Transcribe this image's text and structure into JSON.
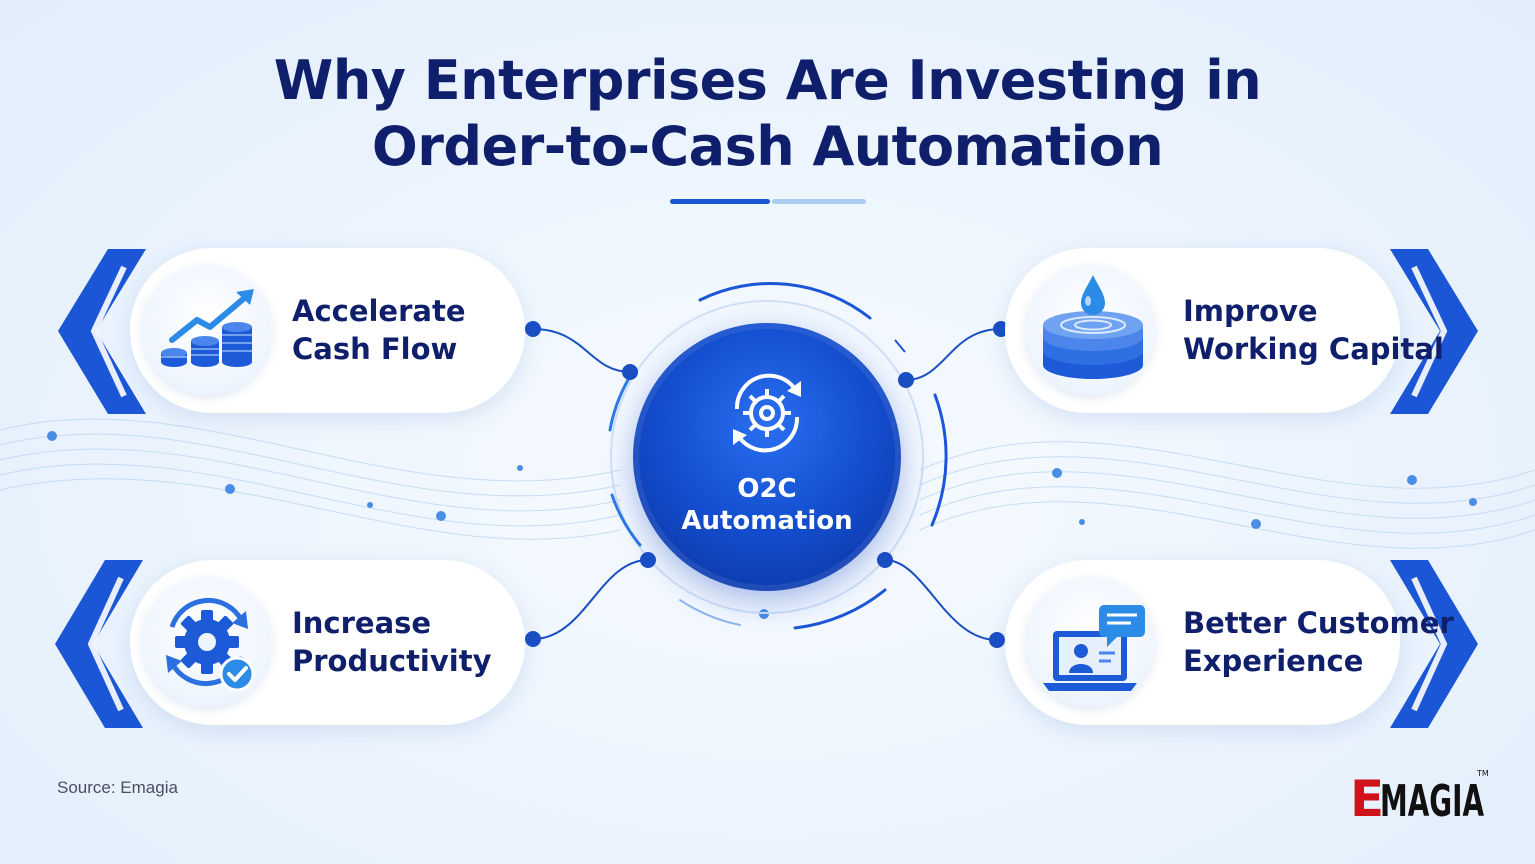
{
  "title": {
    "line1": "Why Enterprises Are Investing in",
    "line2": "Order-to-Cash Automation"
  },
  "hub": {
    "line1": "O2C",
    "line2": "Automation",
    "icon": "gear-cycle-icon"
  },
  "benefits": [
    {
      "line1": "Accelerate",
      "line2": "Cash Flow",
      "icon": "growth-coins-icon"
    },
    {
      "line1": "Improve",
      "line2": "Working Capital",
      "icon": "liquidity-stack-icon"
    },
    {
      "line1": "Increase",
      "line2": "Productivity",
      "icon": "gear-check-icon"
    },
    {
      "line1": "Better Customer",
      "line2": "Experience",
      "icon": "laptop-chat-icon"
    }
  ],
  "footer": {
    "source": "Source: Emagia",
    "logo_text": "EMAGIA",
    "logo_mark": "TM"
  },
  "colors": {
    "navy": "#0f1f6b",
    "accent_blue": "#1a56d6",
    "light_blue": "#a9cbf5",
    "logo_red": "#d0121b"
  }
}
